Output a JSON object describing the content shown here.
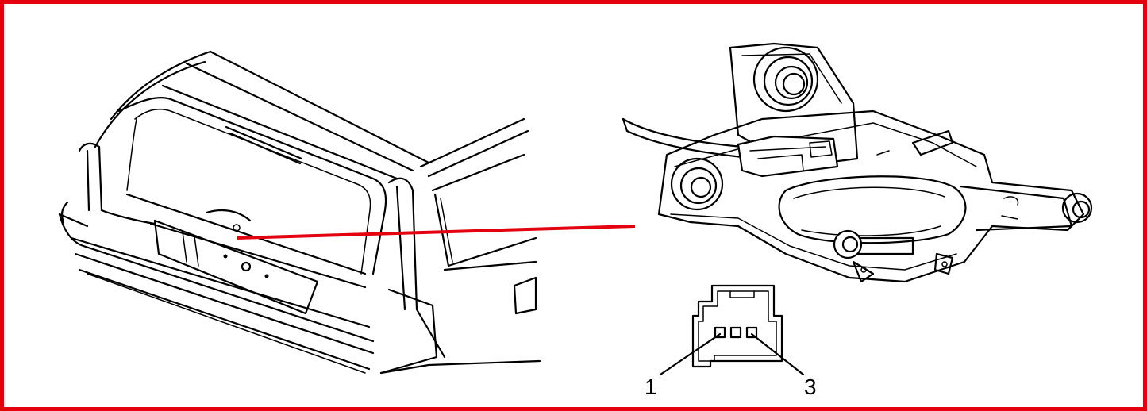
{
  "connector": {
    "pin_labels": [
      "1",
      "3"
    ]
  },
  "colors": {
    "frame": "#e3000f",
    "callout_line": "#e3000f",
    "linework": "#000000"
  },
  "icons": [
    "car-rear-illustration",
    "wiper-motor-illustration",
    "connector-face-illustration"
  ]
}
